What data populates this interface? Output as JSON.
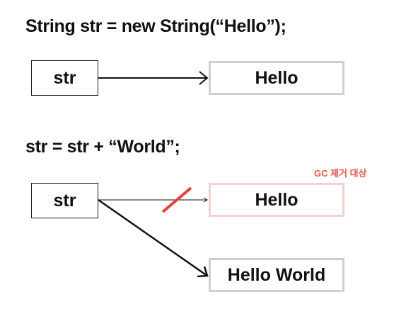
{
  "section1": {
    "code": "String str = new String(“Hello”);",
    "variable": "str",
    "object": "Hello"
  },
  "section2": {
    "code": "str = str + “World”;",
    "variable": "str",
    "old_object": "Hello",
    "new_object": "Hello World",
    "gc_label": "GC 제거 대상"
  },
  "colors": {
    "text": "#111111",
    "box_border": "#cfcfcf",
    "gc_box_border": "#f6cfcf",
    "gc_text": "#e4584f",
    "strike": "#e4433a"
  }
}
